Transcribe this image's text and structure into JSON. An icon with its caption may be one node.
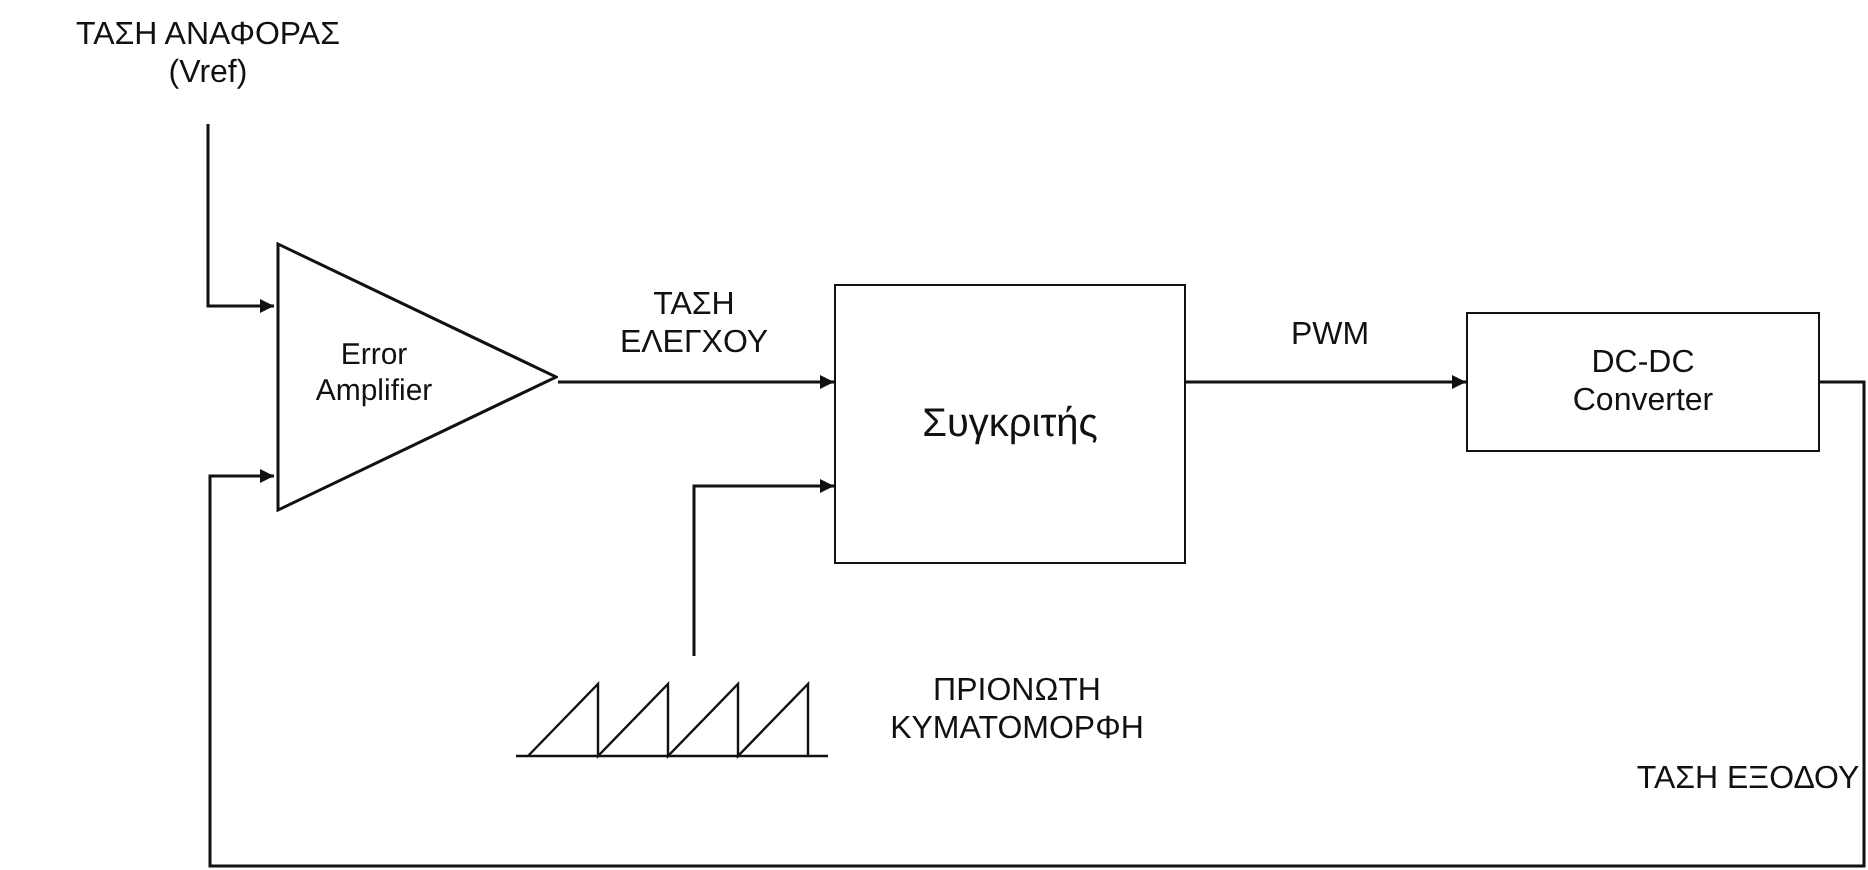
{
  "diagram": {
    "nodes": [
      {
        "text": [
          "ΤΑΣΗ ΑΝΑΦΟΡΑΣ (Vref)"
        ]
      },
      {
        "text": [
          "Error Amplifier"
        ]
      },
      {
        "text": [
          "Συγκριτής"
        ]
      },
      {
        "text": [],
        "shape": "picture",
        "beside": [
          "ΠΡΙΟΝΩΤΗ ΚΥΜΑΤΟΜΟΡΦΗ"
        ]
      },
      {
        "text": [
          "DC-DC Converter"
        ]
      }
    ],
    "edges": [
      {
        "from": 0,
        "to": 1,
        "arrow": "to"
      },
      {
        "from": 1,
        "to": 2,
        "arrow": "to",
        "label": "ΤΑΣΗ ΕΛΕΓΧΟΥ"
      },
      {
        "from": 3,
        "to": 2,
        "arrow": "to"
      },
      {
        "from": 2,
        "to": 4,
        "arrow": "to",
        "label": "PWM"
      },
      {
        "from": 4,
        "to": 1,
        "arrow": "to",
        "label": "ΤΑΣΗ ΕΞΟΔΟΥ"
      }
    ]
  }
}
